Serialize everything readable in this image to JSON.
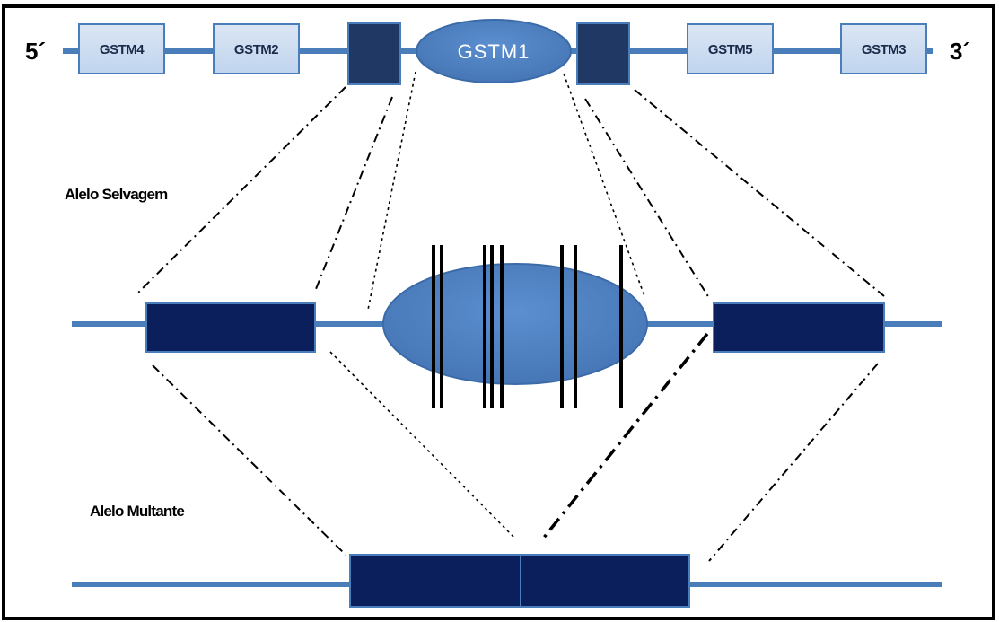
{
  "end_labels": {
    "five_prime": "5´",
    "three_prime": "3´"
  },
  "genes": [
    {
      "id": "gstm4",
      "label": "GSTM4"
    },
    {
      "id": "gstm2",
      "label": "GSTM2"
    },
    {
      "id": "gstm1",
      "label": "GSTM1"
    },
    {
      "id": "gstm5",
      "label": "GSTM5"
    },
    {
      "id": "gstm3",
      "label": "GSTM3"
    }
  ],
  "alleles": {
    "wild": "Alelo Selvagem",
    "mutant": "Alelo Multante"
  },
  "colors": {
    "line": "#4a7ebb",
    "light_box": "#c6d9f1",
    "dark_box_top": "#1f3864",
    "dark_box": "#0b1f5c",
    "ellipse": "#4f81bd",
    "frame": "#000000"
  }
}
